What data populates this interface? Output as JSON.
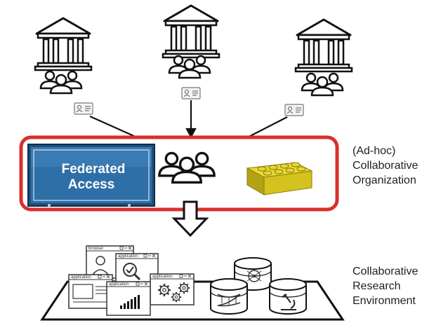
{
  "federated_sign": {
    "line1": "Federated",
    "line2": "Access"
  },
  "collaborative_organization_label": {
    "line1": "(Ad-hoc)",
    "line2": "Collaborative",
    "line3": "Organization"
  },
  "collaborative_research_environment_label": {
    "line1": "Collaborative",
    "line2": "Research",
    "line3": "Environment"
  },
  "app_windows": {
    "browser": "browser",
    "application": "application"
  },
  "colors": {
    "highlight_border": "#d9302a",
    "sign_blue": "#2e6fa8",
    "lego_yellow": "#d7c51e",
    "ink": "#111111"
  },
  "icons": [
    "institution-icon",
    "users-group-icon",
    "id-card-icon",
    "lego-brick-icon",
    "database-icon",
    "application-window-icon"
  ]
}
